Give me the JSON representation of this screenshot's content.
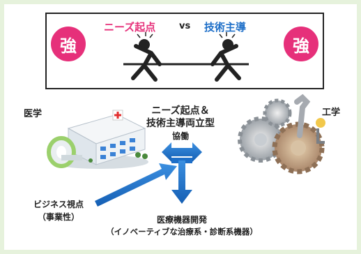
{
  "top_box": {
    "strong_left": "強",
    "strong_right": "強",
    "needs_label": "ニーズ起点",
    "vs_label": "vs",
    "tech_label": "技術主導"
  },
  "left_field": "医学",
  "right_field": "工学",
  "center_title_line1": "ニーズ起点＆",
  "center_title_line2": "技術主導両立型",
  "collab_label": "協働",
  "business_line1": "ビジネス視点",
  "business_line2": "（事業性）",
  "result_line1": "医療機器開発",
  "result_line2": "（イノベーティブな治療系・診断系機器）",
  "colors": {
    "accent_pink": "#e6307a",
    "accent_blue": "#1e6fc8",
    "background": "#e6f2dc"
  },
  "icons": [
    "tug-of-war-figures",
    "hospital-illustration",
    "gears-illustration"
  ]
}
